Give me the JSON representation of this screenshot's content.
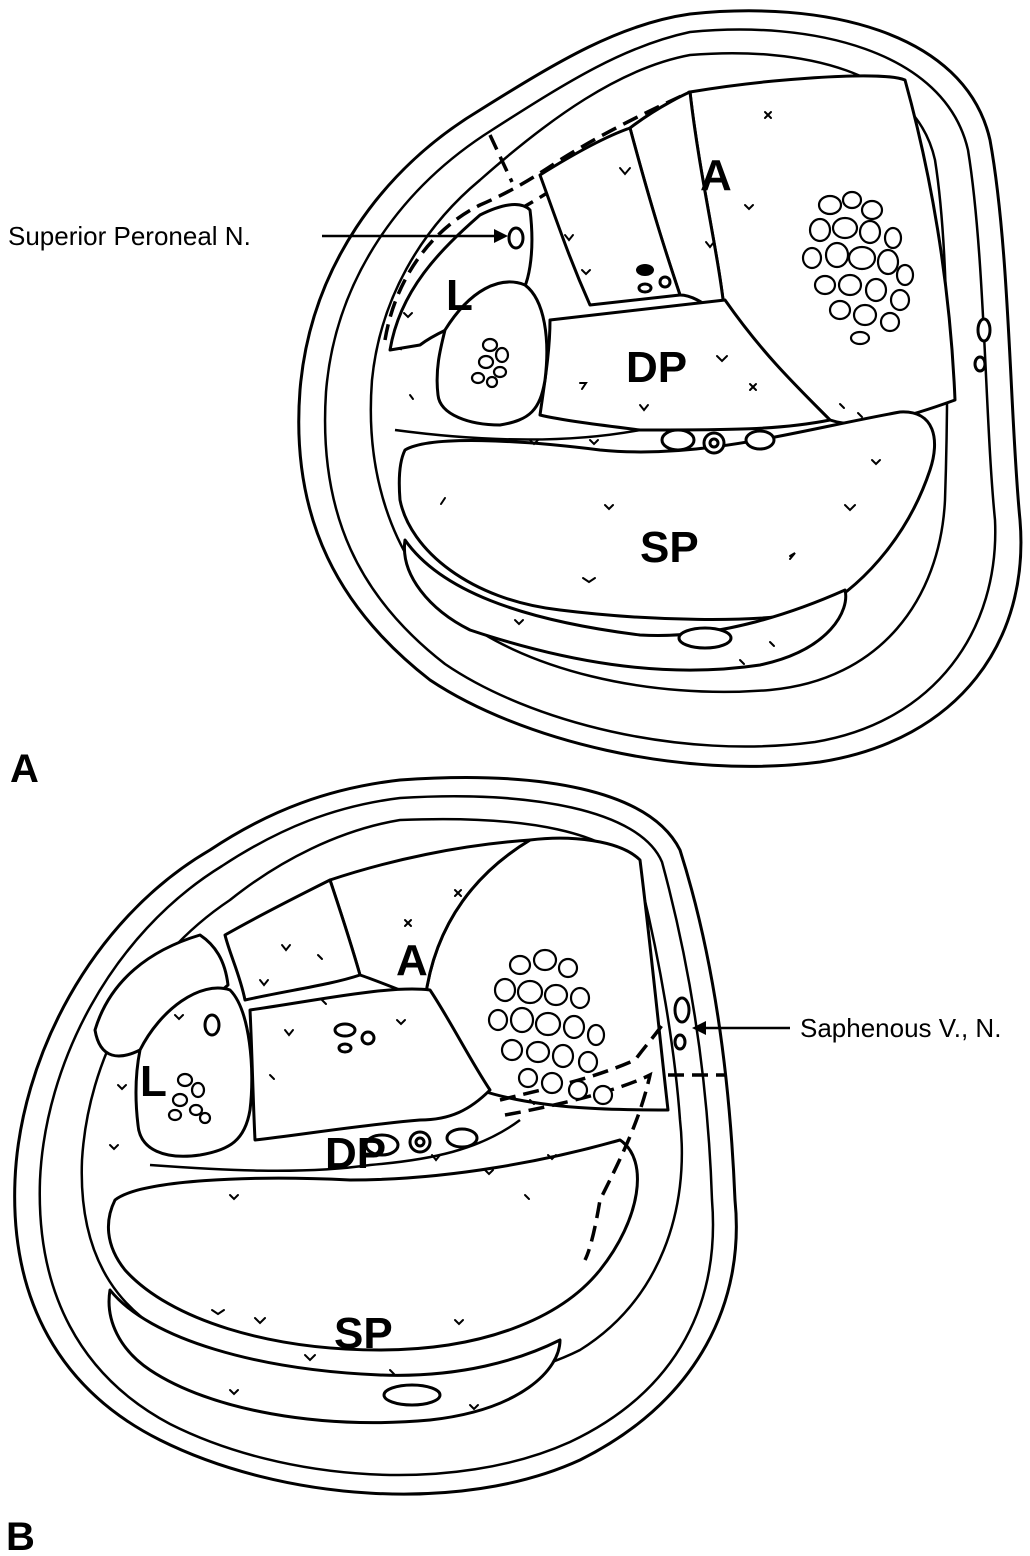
{
  "panel_a": {
    "panel_label": "A",
    "labels": {
      "anterior": "A",
      "lateral": "L",
      "deep_posterior": "DP",
      "superficial_posterior": "SP"
    },
    "annotation": "Superior Peroneal N."
  },
  "panel_b": {
    "panel_label": "B",
    "labels": {
      "anterior": "A",
      "lateral": "L",
      "deep_posterior": "DP",
      "superficial_posterior": "SP"
    },
    "annotation": "Saphenous V., N."
  }
}
